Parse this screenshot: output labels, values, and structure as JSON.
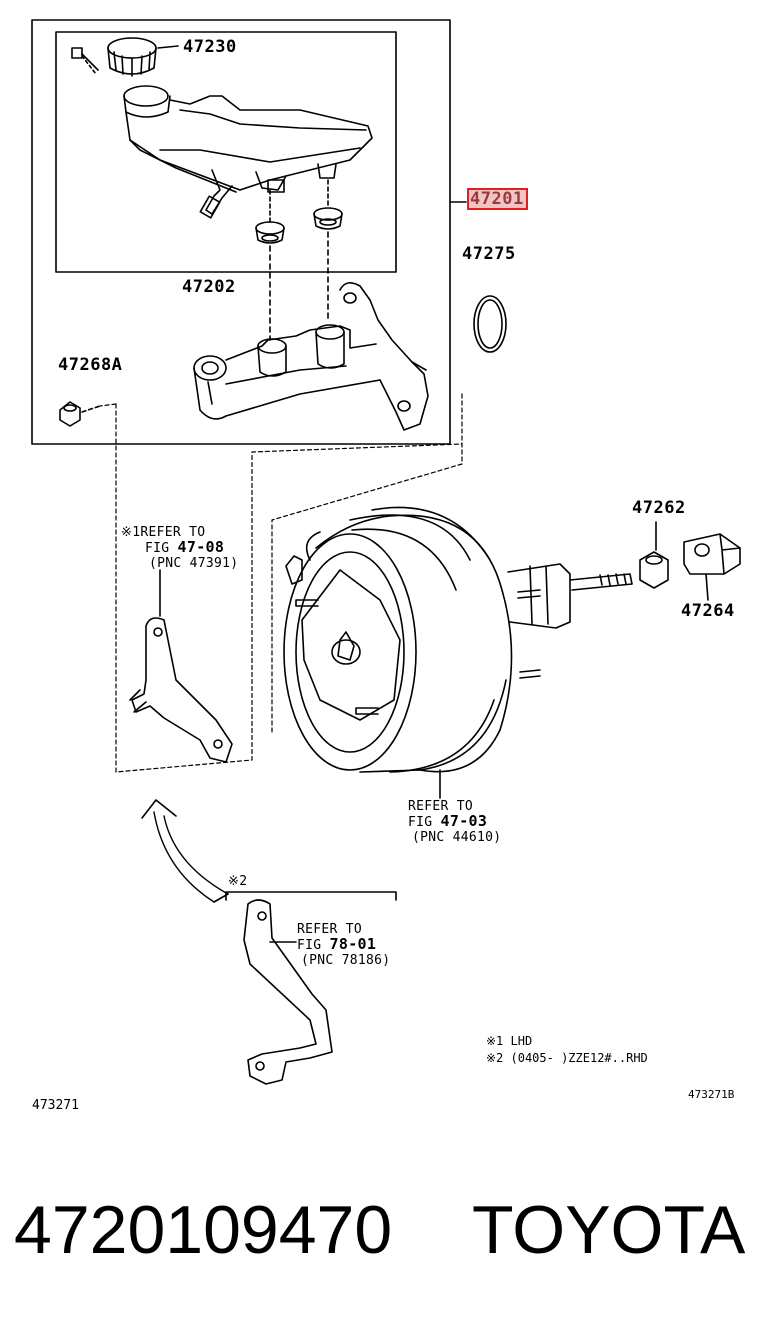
{
  "parts": {
    "p47230": "47230",
    "p47201": "47201",
    "p47275": "47275",
    "p47202": "47202",
    "p47268A": "47268A",
    "p47262": "47262",
    "p47264": "47264"
  },
  "refs": {
    "ref1": {
      "mark": "※1REFER TO",
      "fig_prefix": "FIG",
      "fig": "47-08",
      "pnc": "(PNC 47391)"
    },
    "ref2": {
      "mark": "REFER TO",
      "fig_prefix": "FIG",
      "fig": "47-03",
      "pnc": "(PNC 44610)"
    },
    "ref3": {
      "mark": "REFER TO",
      "fig_prefix": "FIG",
      "fig": "78-01",
      "pnc": "(PNC 78186)"
    },
    "star2": "※2"
  },
  "notes": {
    "n1": "※1 LHD",
    "n2": "※2 (0405-    )ZZE12#..RHD"
  },
  "codes": {
    "left": "473271",
    "right": "473271B"
  },
  "footer": {
    "part_number": "4720109470",
    "brand": "TOYOTA"
  },
  "colors": {
    "highlight_border": "#e02020",
    "highlight_fill": "#f3c4c4",
    "line": "#000000"
  }
}
